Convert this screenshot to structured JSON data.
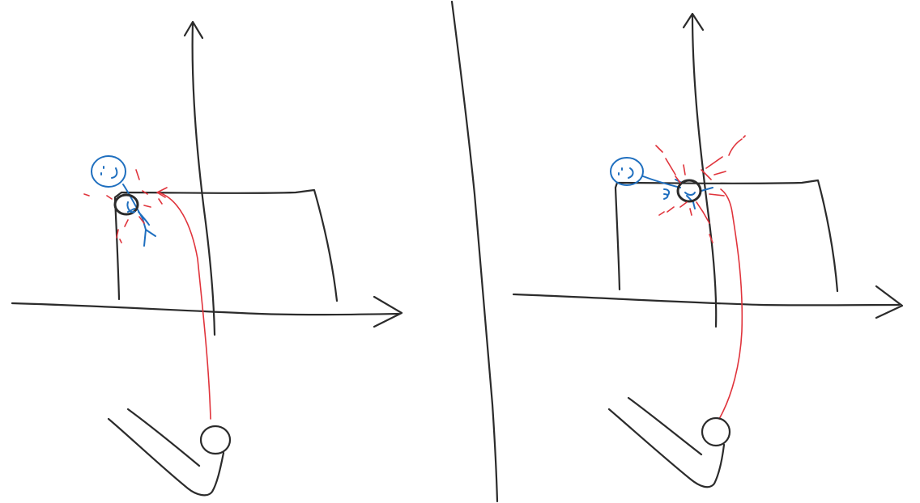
{
  "colors": {
    "background": "#ffffff",
    "ink_black": "#2b2b2b",
    "ink_blue": "#1f6fbf",
    "ink_red": "#e0343c"
  },
  "panels": [
    {
      "name": "left-panel",
      "elements": [
        "axes",
        "box",
        "stick-figure",
        "ball",
        "impact-sparks",
        "trajectory",
        "launcher"
      ]
    },
    {
      "name": "right-panel",
      "elements": [
        "axes",
        "box",
        "stick-figure",
        "ball",
        "impact-sparks",
        "trajectory",
        "launcher"
      ]
    }
  ]
}
